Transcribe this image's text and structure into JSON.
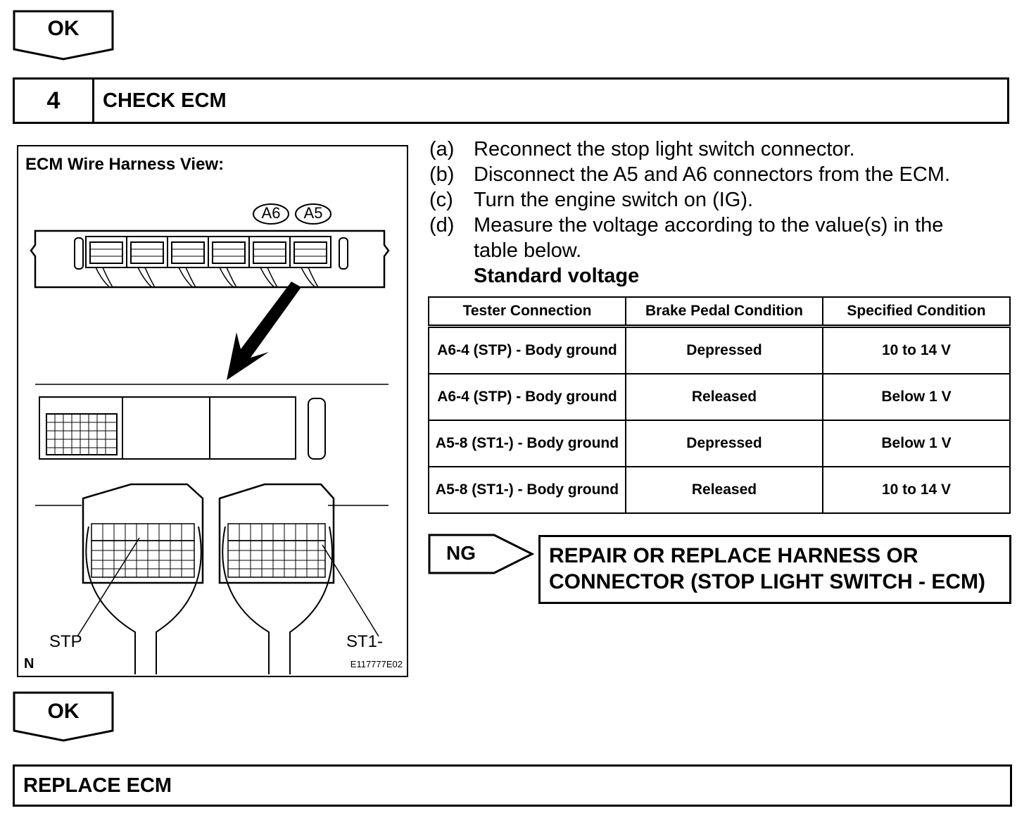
{
  "top_ok": {
    "label": "OK"
  },
  "step": {
    "number": "4",
    "title": "CHECK ECM"
  },
  "diagram": {
    "title": "ECM Wire Harness View:",
    "connector_labels": [
      "A6",
      "A5"
    ],
    "pin_labels": {
      "left": "STP",
      "right": "ST1-"
    },
    "corner_mark": "N",
    "figure_code": "E117777E02"
  },
  "instructions": [
    {
      "letter": "(a)",
      "text": "Reconnect the stop light switch connector."
    },
    {
      "letter": "(b)",
      "text": "Disconnect the A5 and A6 connectors from the ECM."
    },
    {
      "letter": "(c)",
      "text": "Turn the engine switch on (IG)."
    },
    {
      "letter": "(d)",
      "text": "Measure the voltage according to the value(s) in the table below."
    }
  ],
  "standard_heading": "Standard voltage",
  "table": {
    "headers": [
      "Tester Connection",
      "Brake Pedal Condition",
      "Specified Condition"
    ],
    "rows": [
      [
        "A6-4 (STP) - Body ground",
        "Depressed",
        "10 to 14 V"
      ],
      [
        "A6-4 (STP) - Body ground",
        "Released",
        "Below 1 V"
      ],
      [
        "A5-8 (ST1-) - Body ground",
        "Depressed",
        "Below 1 V"
      ],
      [
        "A5-8 (ST1-) - Body ground",
        "Released",
        "10 to 14 V"
      ]
    ]
  },
  "ng": {
    "label": "NG",
    "result_text": "REPAIR OR REPLACE HARNESS OR CONNECTOR (STOP LIGHT SWITCH - ECM)"
  },
  "bottom_ok": {
    "label": "OK"
  },
  "final_step": {
    "text": "REPLACE ECM"
  }
}
